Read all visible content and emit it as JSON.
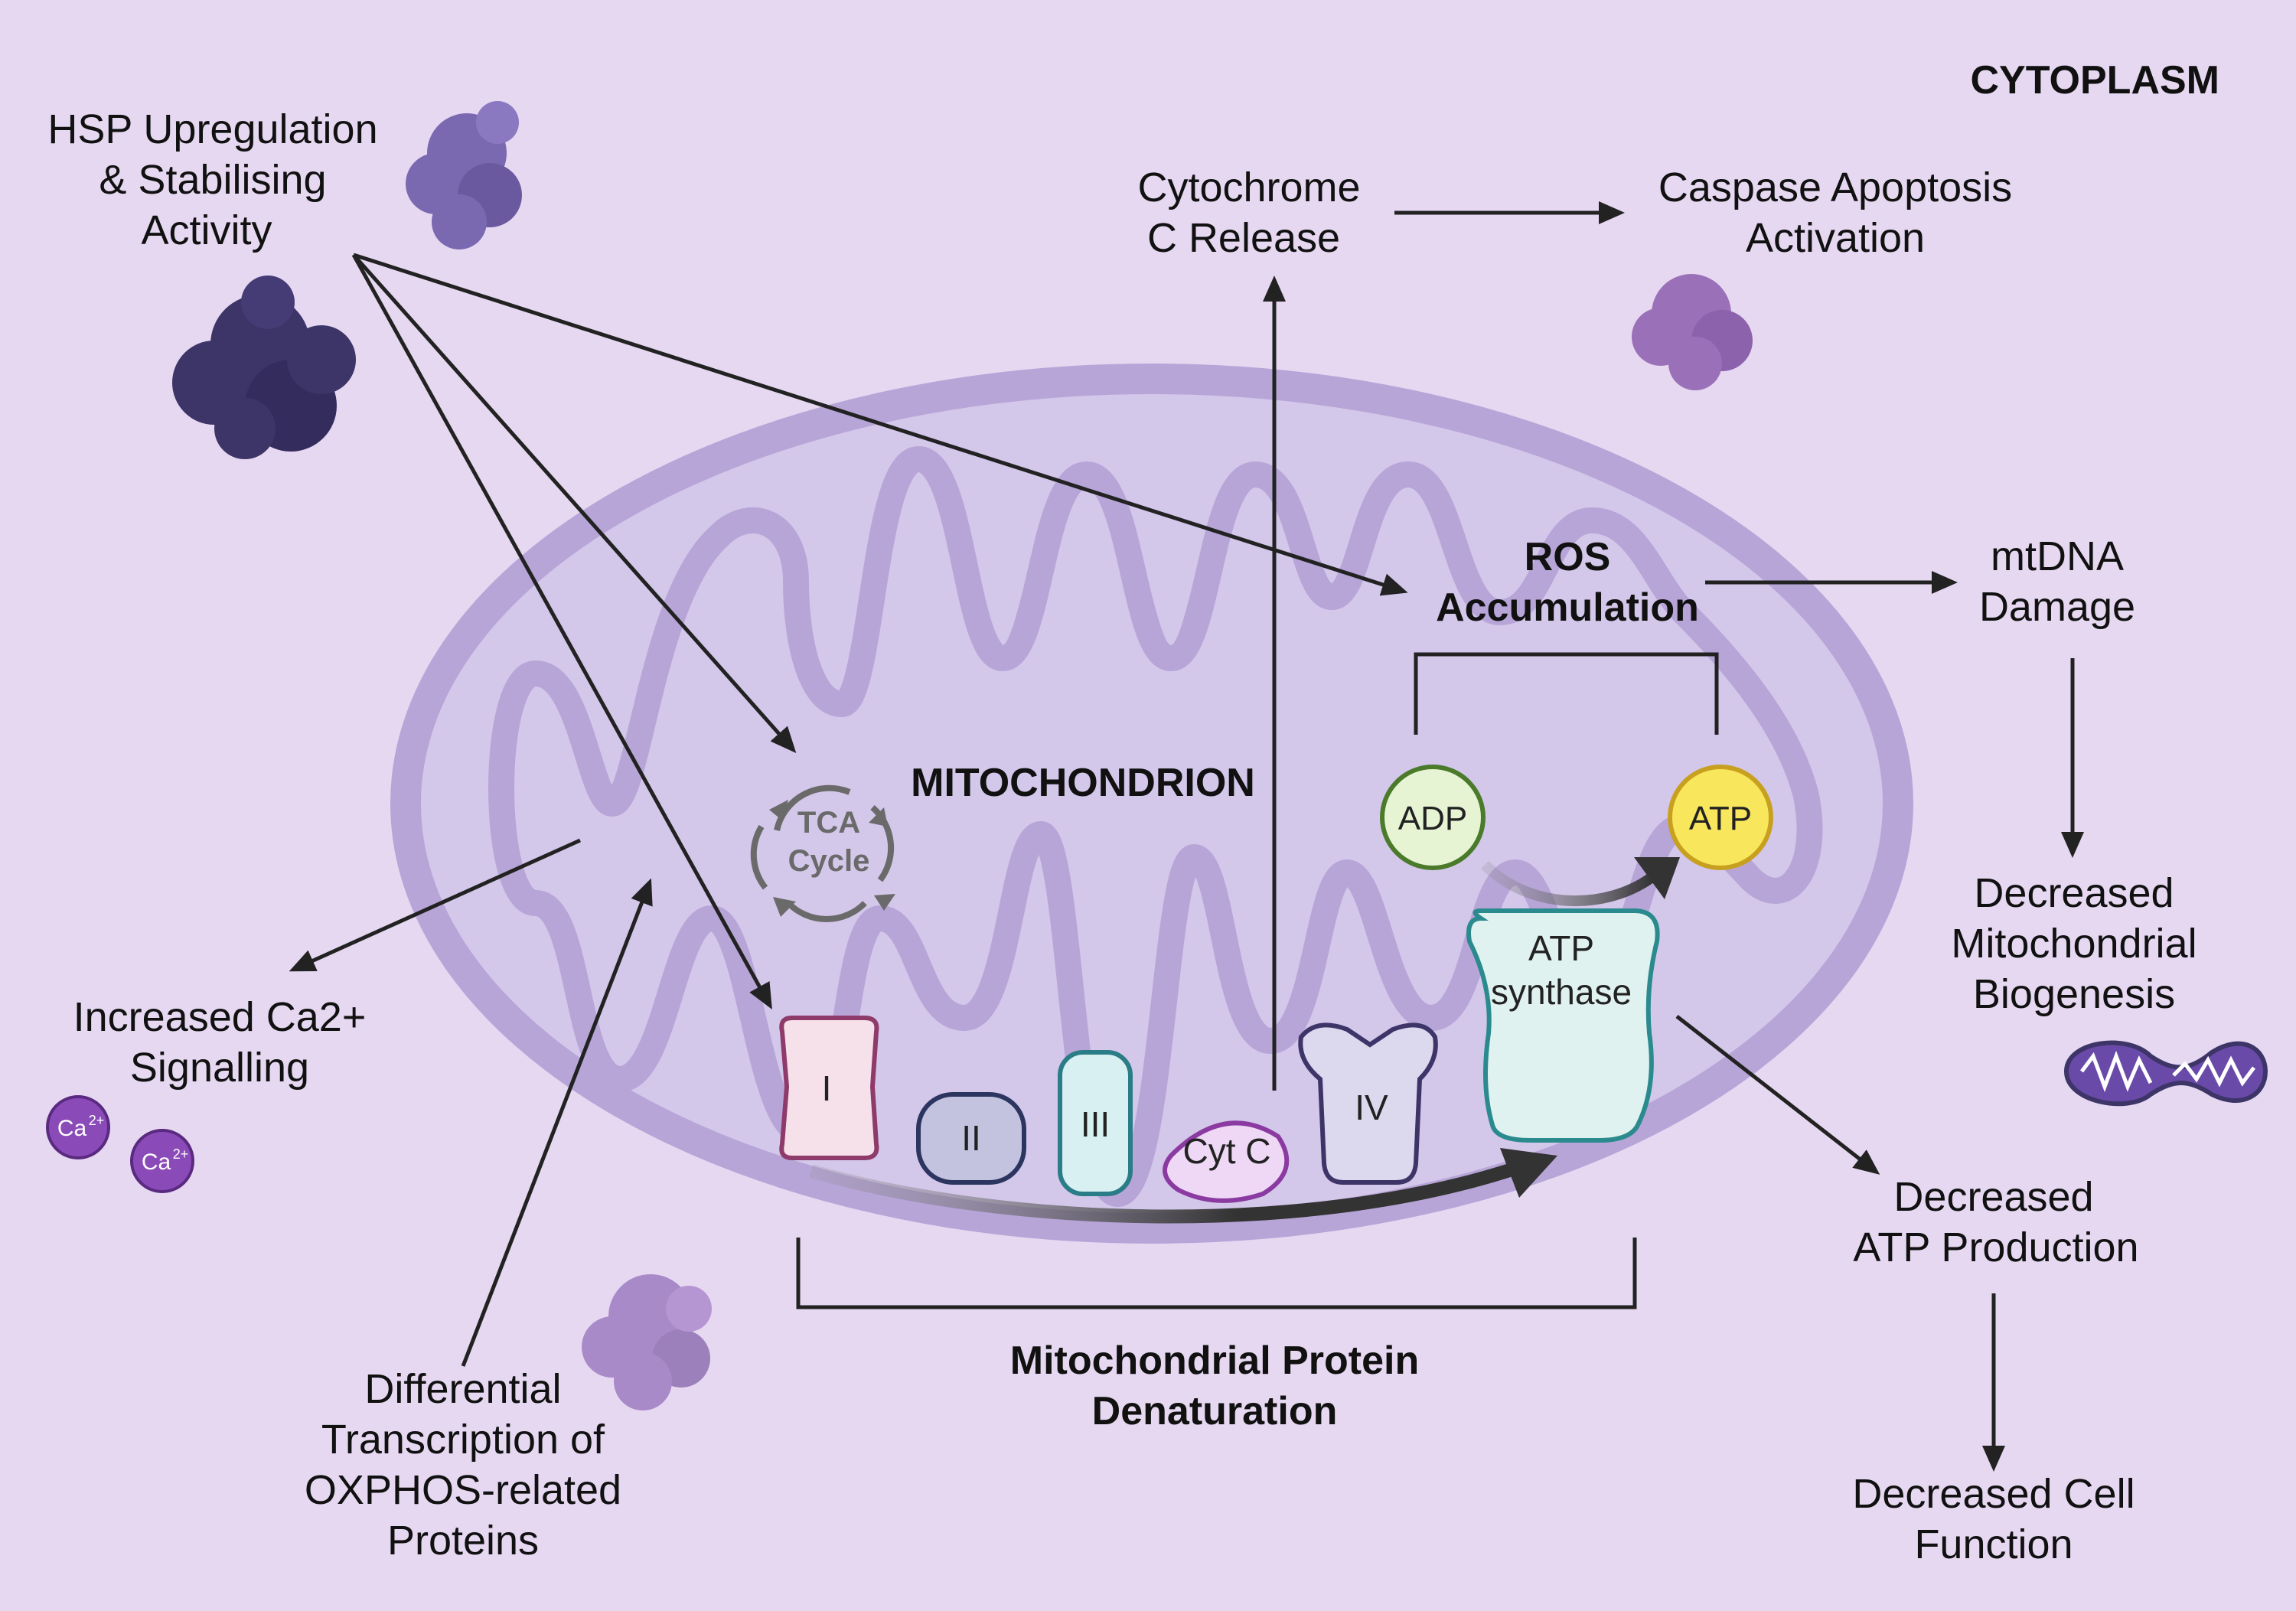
{
  "labels": {
    "cytoplasm": "CYTOPLASM",
    "mitochondrion": "MITOCHONDRION",
    "hsp": [
      "HSP Upregulation",
      "& Stabilising",
      "Activity"
    ],
    "cytochrome_release": [
      "Cytochrome",
      "C Release"
    ],
    "caspase": [
      "Caspase Apoptosis",
      "Activation"
    ],
    "ros": [
      "ROS",
      "Accumulation"
    ],
    "mtdna": [
      "mtDNA",
      "Damage"
    ],
    "biogenesis": [
      "Decreased",
      "Mitochondrial",
      "Biogenesis"
    ],
    "atp_production": [
      "Decreased",
      "ATP Production"
    ],
    "cell_function": [
      "Decreased Cell",
      "Function"
    ],
    "ca_signalling": [
      "Increased Ca2+",
      "Signalling"
    ],
    "transcription": [
      "Differential",
      "Transcription of",
      "OXPHOS-related",
      "Proteins"
    ],
    "denaturation": [
      "Mitochondrial Protein",
      "Denaturation"
    ],
    "tca": [
      "TCA",
      "Cycle"
    ]
  },
  "complexes": {
    "c1": "I",
    "c2": "II",
    "c3": "III",
    "cytc": "Cyt C",
    "c4": "IV",
    "atp_synthase": [
      "ATP",
      "synthase"
    ],
    "adp": "ADP",
    "atp": "ATP"
  },
  "ions": {
    "ca1": "Ca",
    "ca2": "Ca",
    "charge": "2+"
  },
  "colors": {
    "background": "#e6d8f1",
    "outer_membrane": "#b7a5d8",
    "matrix": "#d3c7ea",
    "protein_dark": "#3d3468",
    "protein_mid": "#7a68b0",
    "protein_light": "#a88ac8",
    "ca_ion": "#8a4bb8",
    "adp": "#e6f4d4",
    "atp": "#f8e65c"
  }
}
